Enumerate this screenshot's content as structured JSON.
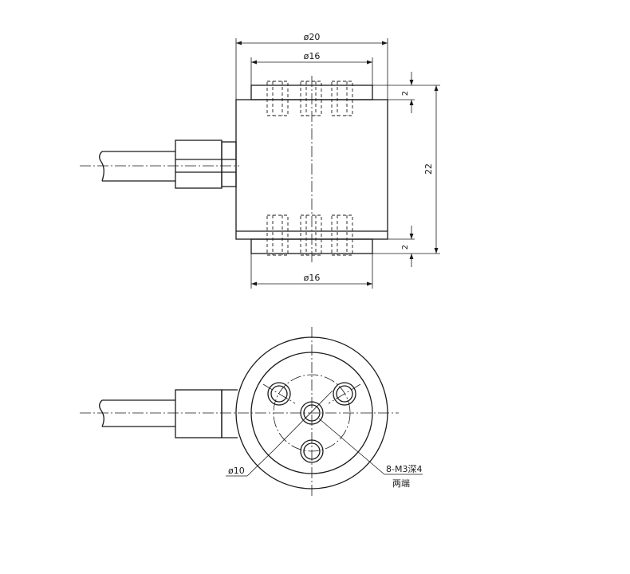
{
  "labels": {
    "dia_20": "ø20",
    "dia_16_top": "ø16",
    "dia_16_bottom": "ø16",
    "height_22": "22",
    "flange_top_2": "2",
    "flange_bottom_2": "2",
    "dia_10": "ø10",
    "thread_note": "8-M3深4",
    "thread_note_2": "两端"
  },
  "colors": {
    "line": "#1a1a1a",
    "background": "#ffffff"
  }
}
